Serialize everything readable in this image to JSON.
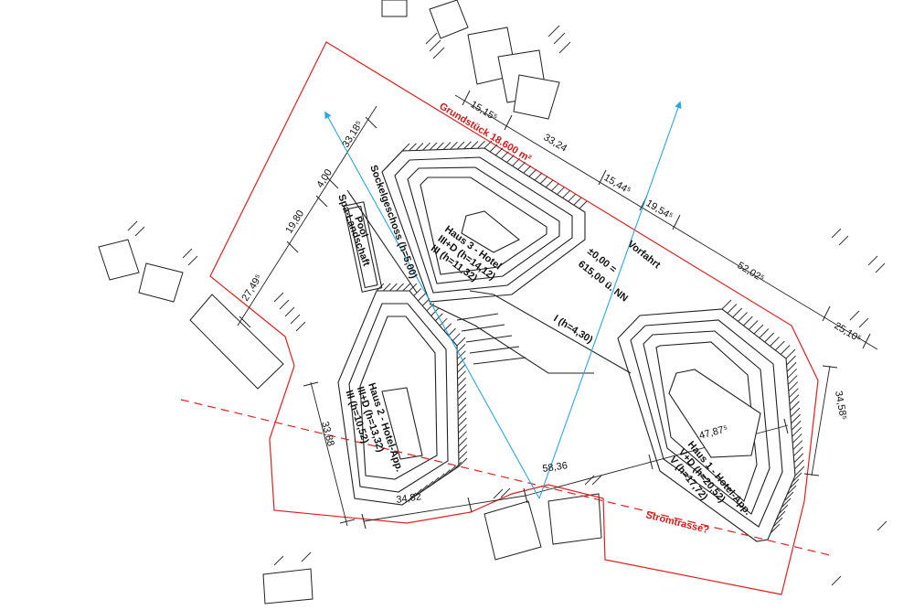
{
  "colors": {
    "boundary": "#e02020",
    "sightline": "#2aa7e0",
    "ink": "#1a1a1a",
    "power_line": "#e02020"
  },
  "labels": {
    "plot": "Grundstück 18.600 m²",
    "house3_title": "Haus 3 - Hotel",
    "house3_l2": "III+D (h=14,12)",
    "house3_l3": "III (h=11,32)",
    "house2_title": "Haus 2 - Hotel-App.",
    "house2_l2": "III+D (h=13,32)",
    "house2_l3": "III (h=10,52)",
    "house1_title": "Haus 1 - Hotel-App.",
    "house1_l2": "V+D (h=20,52)",
    "house1_l3": "V (h=17,72)",
    "sockel": "Sockelgeschoss (h=5,00)",
    "spa": "Spa-Landschaft",
    "pool": "Pool",
    "vorfahrt": "Vorfahrt",
    "level1": "±0,00 =",
    "level2": "615,00 ü. NN",
    "connector": "I (h=4,30)",
    "power": "Stromtrasse?"
  },
  "dimensions": {
    "d_15_15": "15,15⁵",
    "d_33_24": "33,24",
    "d_15_44": "15,44⁵",
    "d_19_54": "19,54⁵",
    "d_52_02": "52,02⁵",
    "d_25_10": "25,10⁵",
    "d_33_18": "33,18⁵",
    "d_4_00": "4,00",
    "d_19_80": "19,80",
    "d_27_49": "27,49⁵",
    "d_33_88": "33,88",
    "d_34_82": "34,82",
    "d_58_36": "58,36",
    "d_47_87": "47,87⁵",
    "d_34_58": "34,58⁵"
  }
}
